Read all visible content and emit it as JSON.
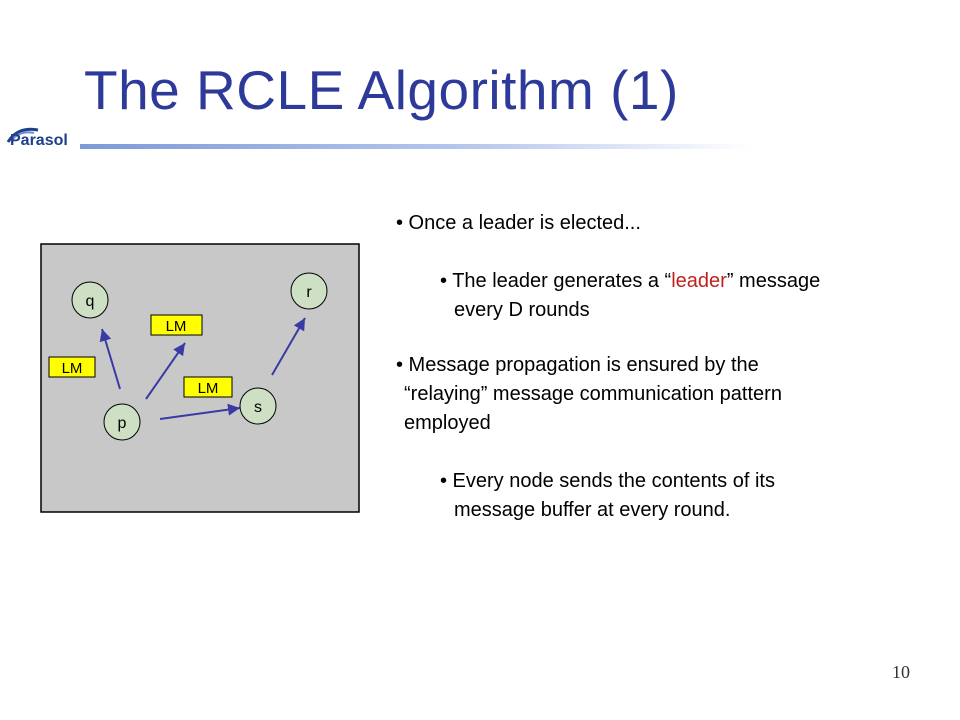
{
  "slide": {
    "title": "The RCLE Algorithm (1)",
    "logo_text": "Parasol",
    "page_number": "10"
  },
  "diagram": {
    "nodes": {
      "q": "q",
      "r": "r",
      "p": "p",
      "s": "s"
    },
    "labels": {
      "lm_top": "LM",
      "lm_left": "LM",
      "lm_mid": "LM"
    }
  },
  "bullets": {
    "b1": "• Once a leader is elected...",
    "b1a_pre": "• The leader generates a “",
    "b1a_red": "leader",
    "b1a_post": "” message",
    "b1a_cont": "every D rounds",
    "b2_l1": "• Message propagation is ensured by the",
    "b2_l2": "“relaying” message communication pattern",
    "b2_l3": "employed",
    "b2a_l1": "• Every node sends the contents of its",
    "b2a_l2": "message buffer at every round."
  },
  "colors": {
    "title": "#2e3a99",
    "highlight": "#c0211f",
    "diagram_bg": "#c8c8c8",
    "node_fill": "#cde0c4",
    "lm_fill": "#ffff00",
    "arrow": "#3a3aa5"
  }
}
